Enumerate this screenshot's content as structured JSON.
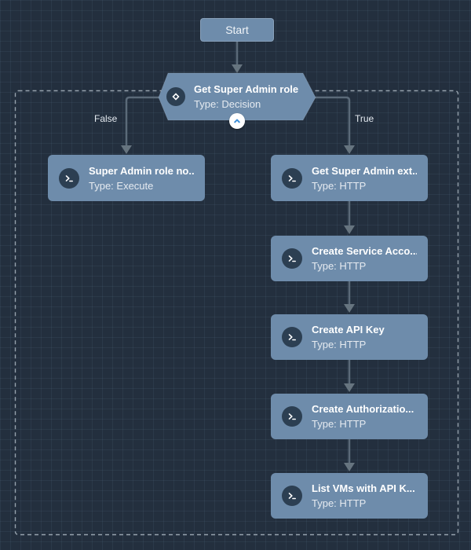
{
  "colors": {
    "background": "#232f3e",
    "grid_line": "#31425466",
    "node_fill": "#6e8cab",
    "icon_circle": "#2c3f52",
    "connector": "#5b6a79",
    "arrowhead": "#66747f",
    "dashed_scope_border": "#96a2ad",
    "chevron_accent": "#3e8fd8",
    "title_text": "#ffffff"
  },
  "start_node": {
    "label": "Start"
  },
  "decision_node": {
    "title": "Get Super Admin role",
    "subtitle": "Type: Decision",
    "icon": "decision-diamond-icon",
    "collapse_icon": "chevron-up-icon"
  },
  "branch_labels": {
    "false": "False",
    "true": "True"
  },
  "false_branch": {
    "nodes": [
      {
        "title": "Super Admin role no...",
        "subtitle": "Type: Execute",
        "icon": "terminal-icon"
      }
    ]
  },
  "true_branch": {
    "nodes": [
      {
        "title": "Get Super Admin ext...",
        "subtitle": "Type: HTTP",
        "icon": "terminal-icon"
      },
      {
        "title": "Create Service Acco...",
        "subtitle": "Type: HTTP",
        "icon": "terminal-icon"
      },
      {
        "title": "Create API Key",
        "subtitle": "Type: HTTP",
        "icon": "terminal-icon"
      },
      {
        "title": "Create Authorizatio...",
        "subtitle": "Type: HTTP",
        "icon": "terminal-icon"
      },
      {
        "title": "List VMs with API K...",
        "subtitle": "Type: HTTP",
        "icon": "terminal-icon"
      }
    ]
  }
}
